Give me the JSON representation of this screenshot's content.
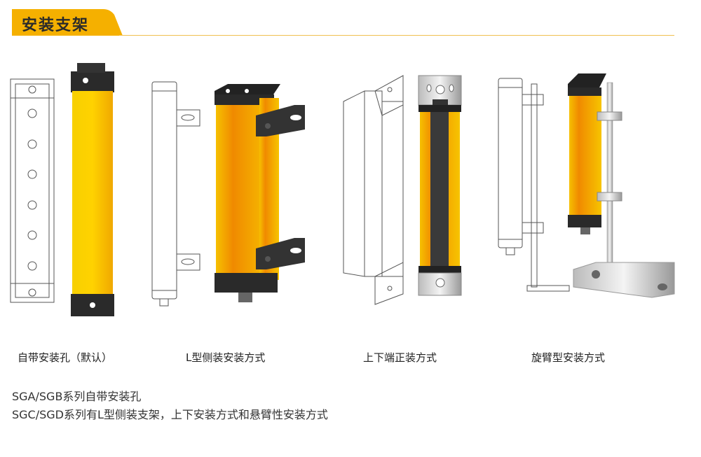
{
  "header": {
    "title": "安装支架",
    "accent_color": "#F5B000"
  },
  "captions": [
    "自带安装孔（默认）",
    "L型侧装安装方式",
    "上下端正装方式",
    "旋臂型安装方式"
  ],
  "notes": [
    "SGA/SGB系列自带安装孔",
    "SGC/SGD系列有L型侧装支架，上下安装方式和悬臂性安装方式"
  ]
}
